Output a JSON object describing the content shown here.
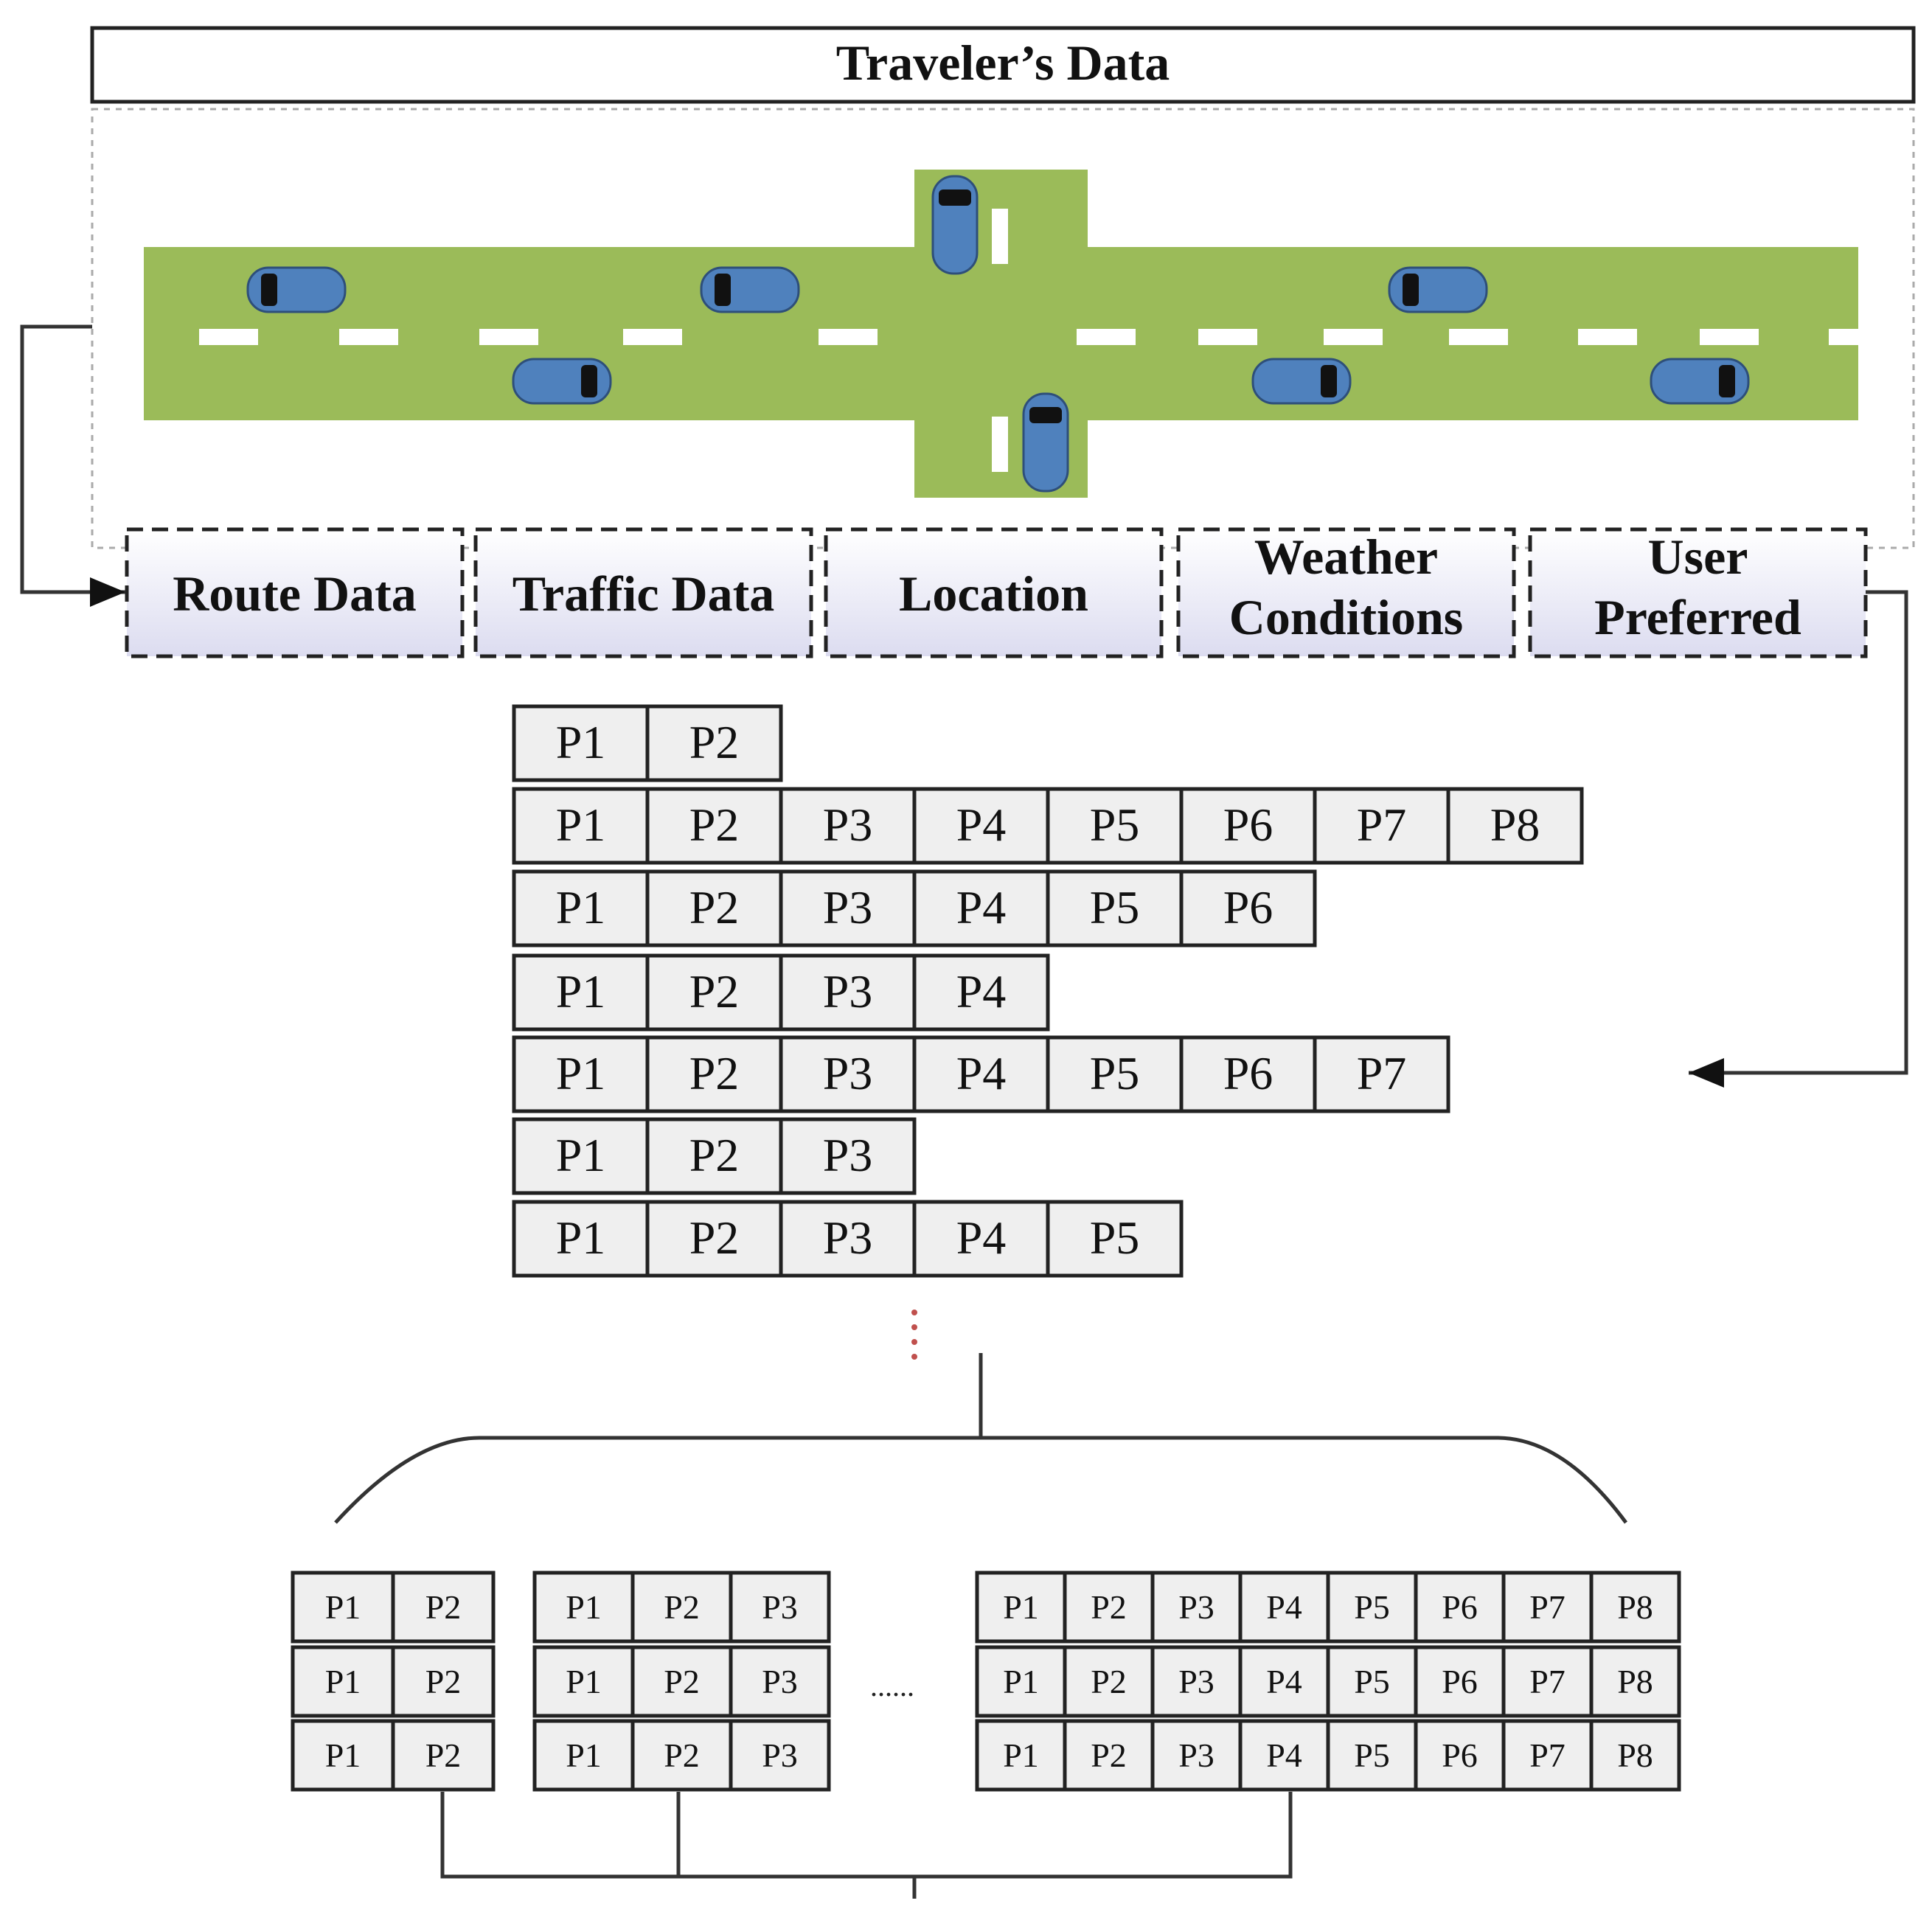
{
  "header": {
    "title": "Traveler’s Data"
  },
  "categories": [
    {
      "lines": [
        "Route Data"
      ]
    },
    {
      "lines": [
        "Traffic Data"
      ]
    },
    {
      "lines": [
        "Location"
      ]
    },
    {
      "lines": [
        "Weather",
        "Conditions"
      ]
    },
    {
      "lines": [
        "User",
        "Preferred"
      ]
    }
  ],
  "route_rows": [
    [
      "P1",
      "P2"
    ],
    [
      "P1",
      "P2",
      "P3",
      "P4",
      "P5",
      "P6",
      "P7",
      "P8"
    ],
    [
      "P1",
      "P2",
      "P3",
      "P4",
      "P5",
      "P6"
    ],
    [
      "P1",
      "P2",
      "P3",
      "P4"
    ],
    [
      "P1",
      "P2",
      "P3",
      "P4",
      "P5",
      "P6",
      "P7"
    ],
    [
      "P1",
      "P2",
      "P3"
    ],
    [
      "P1",
      "P2",
      "P3",
      "P4",
      "P5"
    ]
  ],
  "groups": [
    {
      "rows": [
        [
          "P1",
          "P2"
        ],
        [
          "P1",
          "P2"
        ],
        [
          "P1",
          "P2"
        ]
      ]
    },
    {
      "rows": [
        [
          "P1",
          "P2",
          "P3"
        ],
        [
          "P1",
          "P2",
          "P3"
        ],
        [
          "P1",
          "P2",
          "P3"
        ]
      ]
    },
    {
      "rows": [
        [
          "P1",
          "P2",
          "P3",
          "P4",
          "P5",
          "P6",
          "P7",
          "P8"
        ],
        [
          "P1",
          "P2",
          "P3",
          "P4",
          "P5",
          "P6",
          "P7",
          "P8"
        ],
        [
          "P1",
          "P2",
          "P3",
          "P4",
          "P5",
          "P6",
          "P7",
          "P8"
        ]
      ]
    }
  ],
  "ellipsis_label": "......",
  "colors": {
    "road": "#9bbb59",
    "car": "#4f81bd",
    "lane_mark": "#ffffff"
  }
}
